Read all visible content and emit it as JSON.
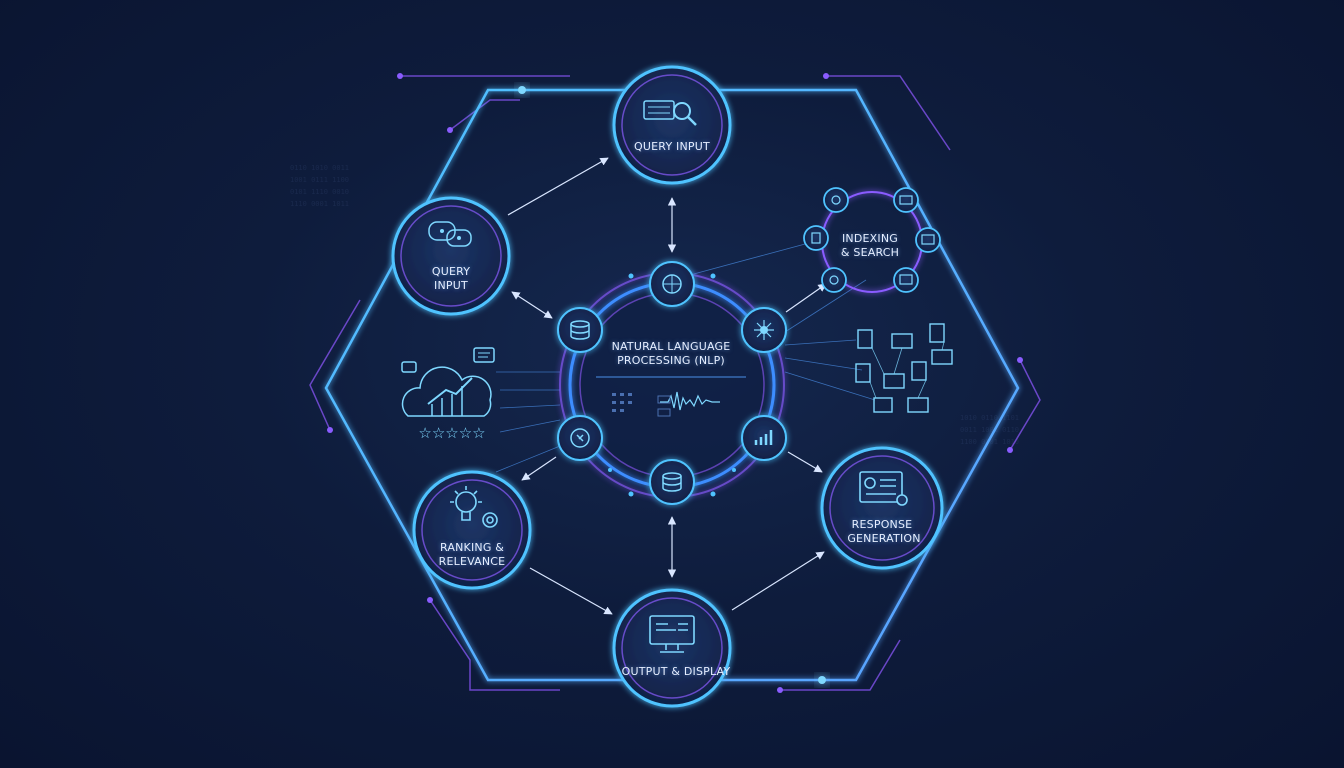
{
  "colors": {
    "background": "#0e1c3c",
    "accent_blue": "#4fc3ff",
    "accent_purple": "#8a5cff",
    "ring_blue": "#3d8dff",
    "text": "#e6eeff"
  },
  "nodes": {
    "query_input_top": {
      "label": "QUERY INPUT",
      "icon": "keyboard-search-icon"
    },
    "query_input_left": {
      "line1": "QUERY",
      "line2": "INPUT",
      "icon": "chat-bubbles-icon"
    },
    "nlp_core": {
      "line1": "NATURAL LANGUAGE",
      "line2": "PROCESSING (NLP)",
      "icon": "waveform-icon"
    },
    "indexing_search": {
      "line1": "INDEXING",
      "line2": "& SEARCH",
      "icon": "index-ring-icon"
    },
    "ranking_relevance": {
      "line1": "RANKING &",
      "line2": "RELEVANCE",
      "icon": "lightbulb-gear-icon"
    },
    "response_generation": {
      "line1": "RESPONSE",
      "line2": "GENERATION",
      "icon": "document-card-icon"
    },
    "output_display": {
      "label": "OUTPUT & DISPLAY",
      "icon": "monitor-icon"
    }
  },
  "decorations": {
    "stars": "☆☆☆☆☆",
    "left_cluster_icon": "cloud-chart-icon",
    "right_cluster_icon": "document-network-icon"
  }
}
